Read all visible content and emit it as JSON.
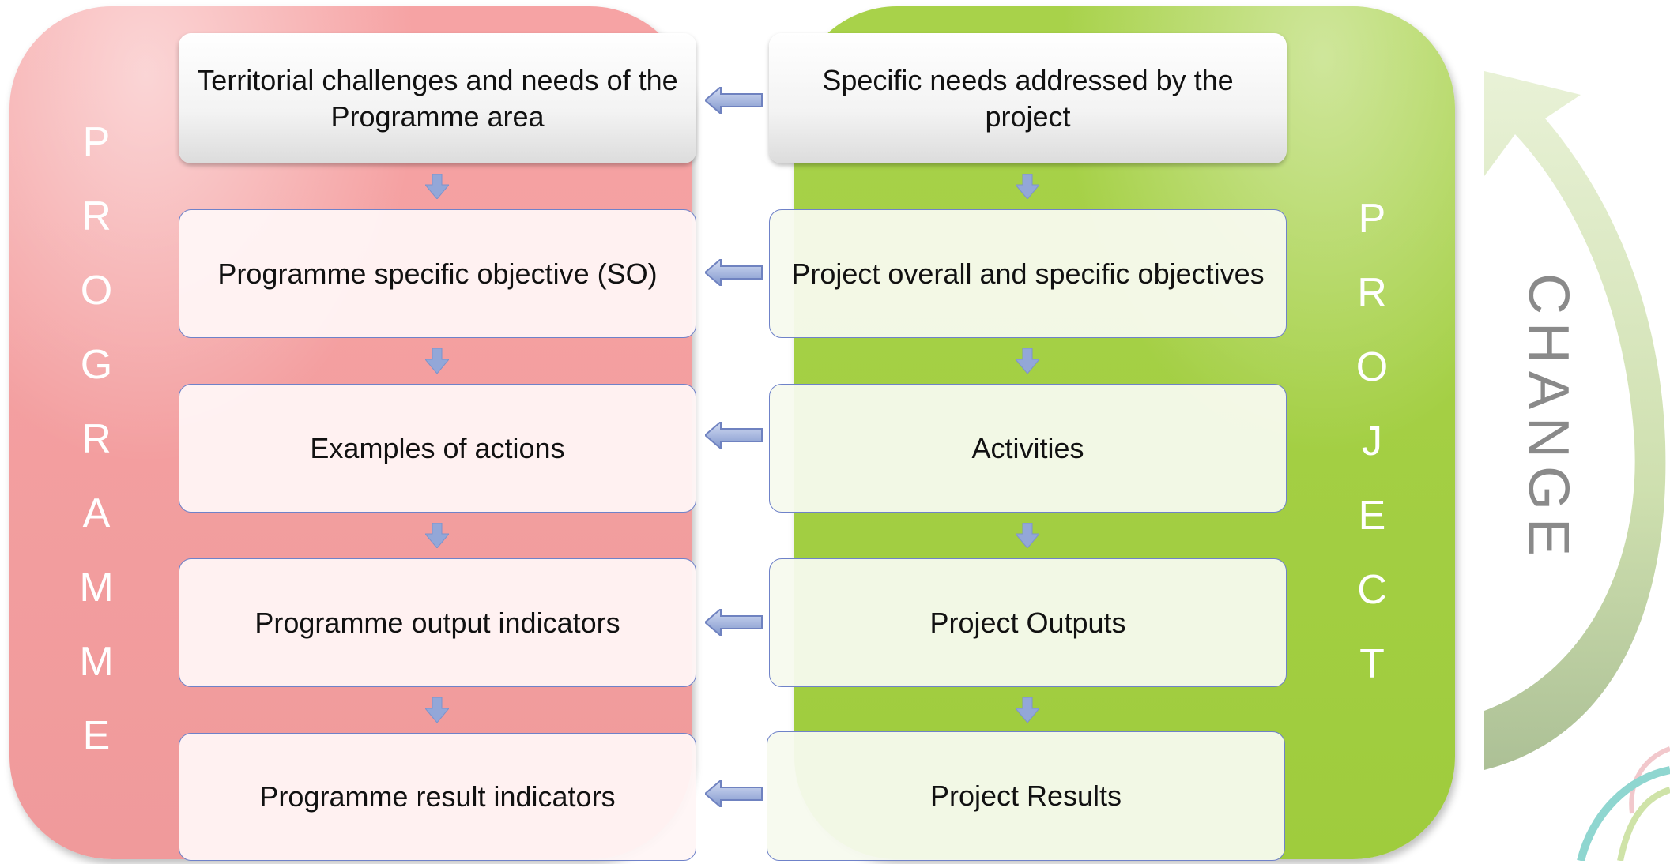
{
  "programme": {
    "letters": [
      "P",
      "R",
      "O",
      "G",
      "R",
      "A",
      "M",
      "M",
      "E"
    ],
    "boxes": [
      "Territorial challenges and needs of the Programme area",
      "Programme specific objective (SO)",
      "Examples of actions",
      "Programme output indicators",
      "Programme result indicators"
    ]
  },
  "project": {
    "letters": [
      "P",
      "R",
      "O",
      "J",
      "E",
      "C",
      "T"
    ],
    "boxes": [
      "Specific needs addressed by the project",
      "Project overall and specific objectives",
      "Activities",
      "Project Outputs",
      "Project Results"
    ]
  },
  "change_label": "CHANGE",
  "colors": {
    "programme_panel": "#f4a0a1",
    "project_panel": "#a4cf45",
    "box_border": "#6f82c9",
    "arrow": "#93a7d8",
    "change_arc": "#cfe3a8"
  }
}
